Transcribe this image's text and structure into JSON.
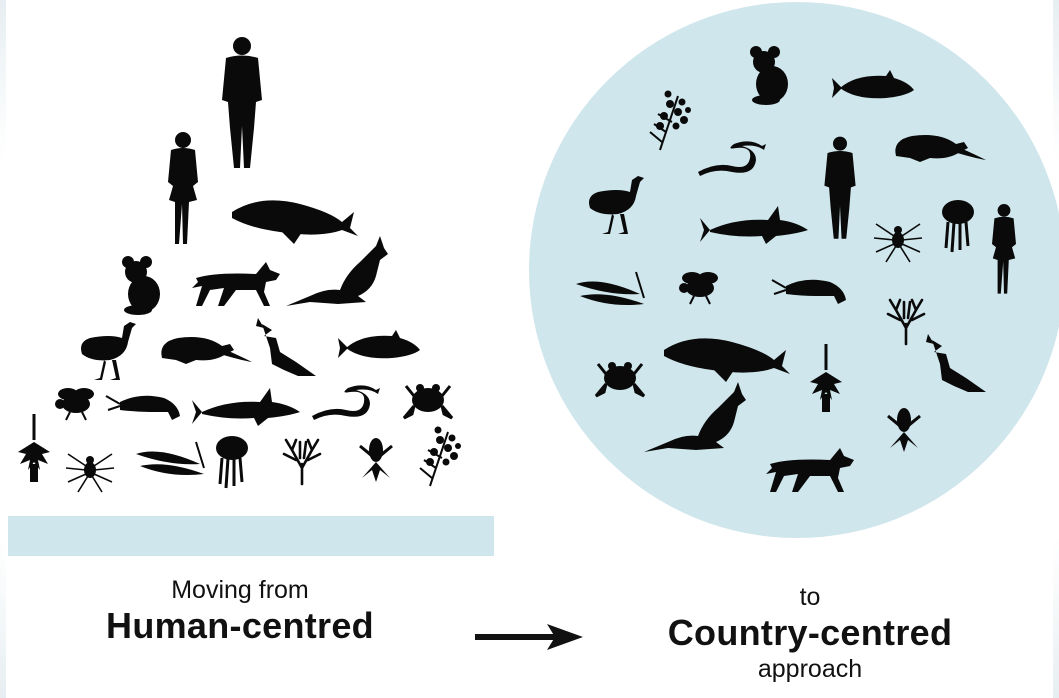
{
  "captions": {
    "left_small": "Moving from",
    "left_big": "Human-centred",
    "right_small": "to",
    "right_big": "Country-centred",
    "right_tail": "approach"
  },
  "colors": {
    "base_bar": "#cfe6ec",
    "circle": "#cfe6ec",
    "silhouette": "#0a0a0a",
    "background": "#ffffff"
  },
  "icons": {
    "arrow": "right-arrow-icon",
    "hierarchy": [
      "human-icon",
      "woman-icon",
      "whale-icon",
      "koala-icon",
      "dingo-icon",
      "kangaroo-icon",
      "emu-icon",
      "possum-icon",
      "cockatoo-icon",
      "fish-icon",
      "bee-icon",
      "shrimp-icon",
      "shark-icon",
      "snake-icon",
      "frog-icon",
      "grasstree-icon",
      "spider-icon",
      "eucalyptus-leaf-icon",
      "jellyfish-icon",
      "coral-icon",
      "banksia-icon",
      "wattle-icon"
    ],
    "circle": [
      "koala-icon",
      "fish-icon",
      "wattle-icon",
      "snake-icon",
      "human-icon",
      "possum-icon",
      "emu-icon",
      "shark-icon",
      "spider-icon",
      "jellyfish-icon",
      "woman-icon",
      "eucalyptus-leaf-icon",
      "bee-icon",
      "shrimp-icon",
      "coral-icon",
      "frog-icon",
      "whale-icon",
      "grasstree-icon",
      "cockatoo-icon",
      "kangaroo-icon",
      "banksia-icon",
      "dingo-icon"
    ]
  }
}
